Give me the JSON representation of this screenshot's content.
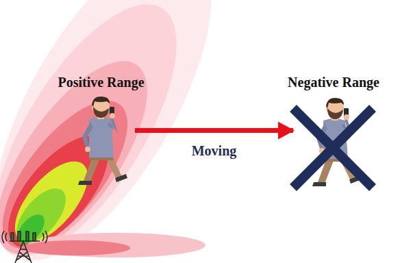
{
  "diagram": {
    "nodes": [
      {
        "text": [
          "Positive Range"
        ]
      },
      {
        "text": [
          "Negative Range"
        ]
      }
    ],
    "edges": [
      {
        "from": 0,
        "to": 1,
        "arrow": "to",
        "label": "Moving"
      }
    ]
  }
}
